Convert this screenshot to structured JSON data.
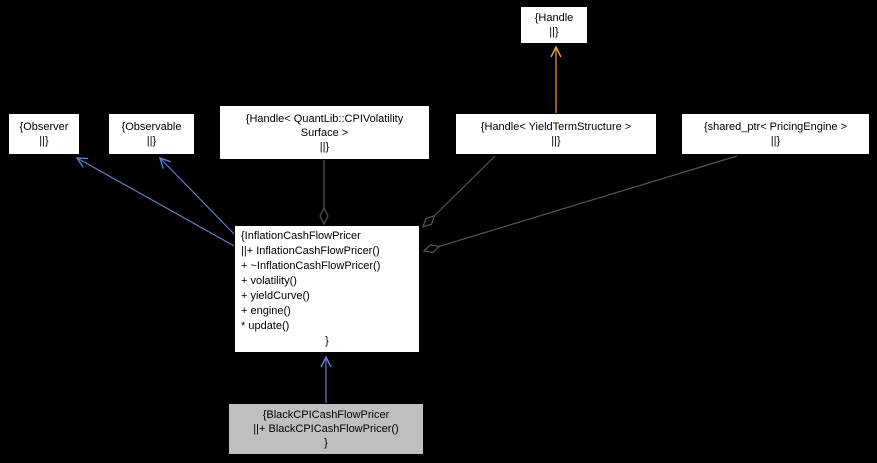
{
  "diagram": {
    "kind": "uml-collaboration-graph",
    "background": "#000000",
    "colors": {
      "node_fill": "#ffffff",
      "node_border": "#000000",
      "node_text": "#000000",
      "highlight_node_fill": "#bfbfbf",
      "inheritance_edge": "#5e81d2",
      "template_edge": "#f0a030",
      "aggregation_edge": "#555555"
    },
    "nodes": {
      "handle": {
        "lines": [
          "{Handle",
          "||}"
        ]
      },
      "observer": {
        "lines": [
          "{Observer",
          "||}"
        ]
      },
      "observable": {
        "lines": [
          "{Observable",
          "||}"
        ]
      },
      "cpi_volatility_handle": {
        "lines": [
          "{Handle< QuantLib::CPIVolatility",
          "Surface >",
          "||}"
        ]
      },
      "yield_term_structure_handle": {
        "lines": [
          "{Handle< YieldTermStructure >",
          "||}"
        ]
      },
      "pricing_engine_shared_ptr": {
        "lines": [
          "{shared_ptr< PricingEngine >",
          "||}"
        ]
      },
      "inflation_cash_flow_pricer": {
        "lines": [
          "{InflationCashFlowPricer",
          "||+ InflationCashFlowPricer()",
          "+ ~InflationCashFlowPricer()",
          "+ volatility()",
          "+ yieldCurve()",
          "+ engine()",
          "* update()",
          "}"
        ]
      },
      "black_cpi_cash_flow_pricer": {
        "lines": [
          "{BlackCPICashFlowPricer",
          "||+ BlackCPICashFlowPricer()",
          "}"
        ]
      }
    },
    "edges": [
      {
        "from": "yield_term_structure_handle",
        "to": "handle",
        "type": "template-instance"
      },
      {
        "from": "inflation_cash_flow_pricer",
        "to": "observer",
        "type": "inheritance"
      },
      {
        "from": "inflation_cash_flow_pricer",
        "to": "observable",
        "type": "inheritance"
      },
      {
        "from": "black_cpi_cash_flow_pricer",
        "to": "inflation_cash_flow_pricer",
        "type": "inheritance"
      },
      {
        "from": "cpi_volatility_handle",
        "to": "inflation_cash_flow_pricer",
        "type": "aggregation"
      },
      {
        "from": "yield_term_structure_handle",
        "to": "inflation_cash_flow_pricer",
        "type": "aggregation"
      },
      {
        "from": "pricing_engine_shared_ptr",
        "to": "inflation_cash_flow_pricer",
        "type": "aggregation"
      }
    ]
  }
}
